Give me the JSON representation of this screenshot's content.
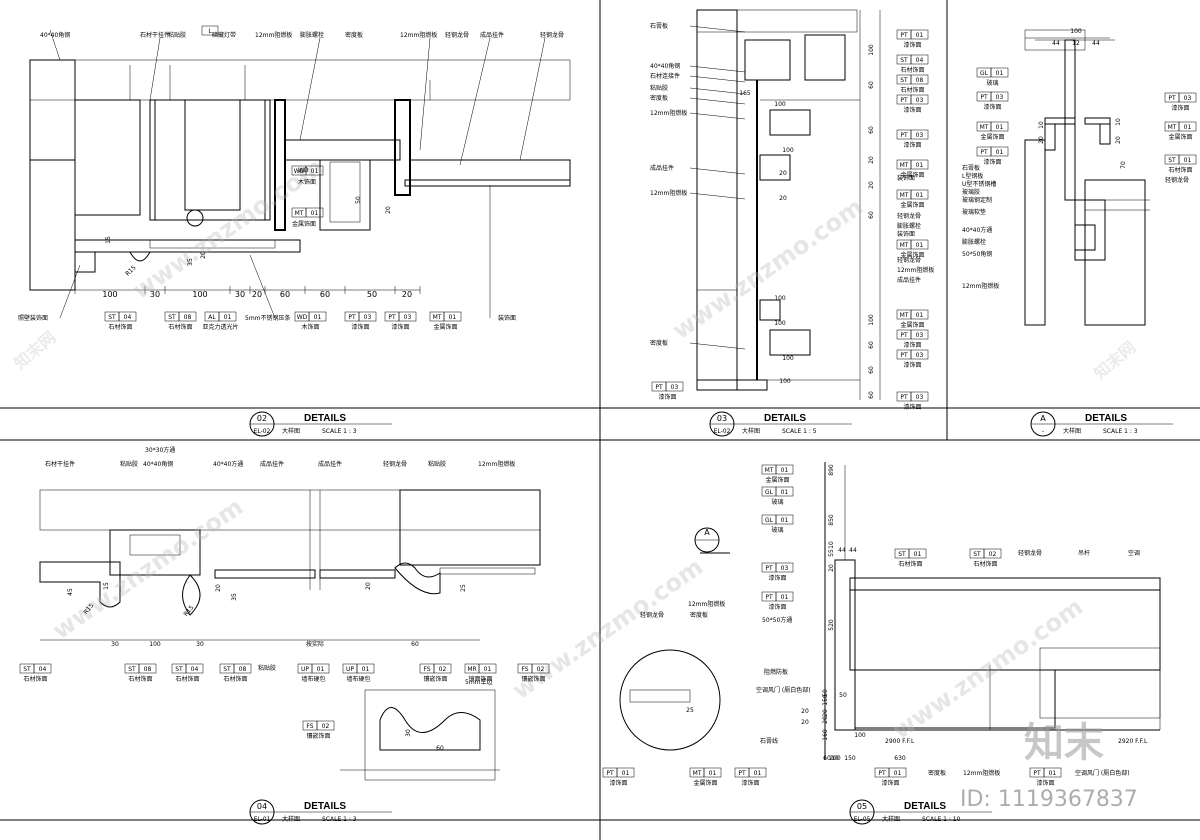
{
  "panels": [
    {
      "number": "02",
      "ref": "EL-02",
      "title": "DETAILS",
      "subtitle": "大样图",
      "scale": "SCALE 1 : 3"
    },
    {
      "number": "03",
      "ref": "EL-02",
      "title": "DETAILS",
      "subtitle": "大样图",
      "scale": "SCALE 1 : 5"
    },
    {
      "number": "A",
      "ref": "-",
      "title": "DETAILS",
      "subtitle": "大样图",
      "scale": "SCALE 1 : 3"
    },
    {
      "number": "04",
      "ref": "EL-01",
      "title": "DETAILS",
      "subtitle": "大样图",
      "scale": "SCALE 1 : 3"
    },
    {
      "number": "05",
      "ref": "EL-05",
      "title": "DETAILS",
      "subtitle": "大样图",
      "scale": "SCALE 1 : 10"
    }
  ],
  "p02": {
    "top_labels": [
      "40*40角钢",
      "石材干挂件",
      "粘贴胶",
      "暗藏灯带",
      "12mm阻燃板",
      "膨胀螺栓",
      "密度板",
      "12mm阻燃板",
      "轻钢龙骨",
      "成品挂件",
      "轻钢龙骨"
    ],
    "light_tag": "L",
    "mid_labels": [
      "木饰面",
      "金属饰面",
      "装饰面",
      "照壁装饰面",
      "5mm不锈钢压条"
    ],
    "tags": [
      {
        "code": "ST",
        "num": "04",
        "name": "石材饰面"
      },
      {
        "code": "ST",
        "num": "08",
        "name": "石材饰面"
      },
      {
        "code": "AL",
        "num": "01",
        "name": "亚克力透光片"
      },
      {
        "code": "WD",
        "num": "01",
        "name": "木饰面"
      },
      {
        "code": "PT",
        "num": "03",
        "name": "漆饰面"
      },
      {
        "code": "PT",
        "num": "03",
        "name": "漆饰面"
      },
      {
        "code": "MT",
        "num": "01",
        "name": "金属饰面"
      }
    ],
    "side_tags": [
      {
        "code": "WD",
        "num": "01"
      },
      {
        "code": "MT",
        "num": "01"
      }
    ],
    "dims_h": [
      "100",
      "30",
      "100",
      "30",
      "20",
      "60",
      "60",
      "50",
      "20"
    ],
    "dims_v": [
      "15",
      "35",
      "20",
      "50",
      "20"
    ],
    "radius": "R15"
  },
  "p03": {
    "left_labels": [
      "石膏板",
      "40*40角钢",
      "石材连接件",
      "粘贴胶",
      "密度板",
      "12mm阻燃板",
      "成品挂件",
      "12mm阻燃板",
      "密度板"
    ],
    "right_tags": [
      {
        "code": "PT",
        "num": "01",
        "name": "漆饰面"
      },
      {
        "code": "ST",
        "num": "04",
        "name": "石材饰面"
      },
      {
        "code": "ST",
        "num": "08",
        "name": "石材饰面"
      },
      {
        "code": "PT",
        "num": "03",
        "name": "漆饰面"
      },
      {
        "code": "PT",
        "num": "03",
        "name": "漆饰面"
      },
      {
        "code": "MT",
        "num": "01",
        "name": "金属饰面"
      },
      {
        "code": "MT",
        "num": "01",
        "name": "金属饰面"
      },
      {
        "code": "MT",
        "num": "01",
        "name": "金属饰面"
      },
      {
        "code": "MT",
        "num": "01",
        "name": "金属饰面"
      },
      {
        "code": "PT",
        "num": "03",
        "name": "漆饰面"
      },
      {
        "code": "PT",
        "num": "03",
        "name": "漆饰面"
      },
      {
        "code": "PT",
        "num": "03",
        "name": "漆饰面"
      }
    ],
    "right_notes": [
      "装饰面",
      "轻钢龙骨",
      "膨胀螺栓",
      "装饰面",
      "轻钢龙骨",
      "12mm阻燃板",
      "成品挂件"
    ],
    "bottom_tag": {
      "code": "PT",
      "num": "03",
      "name": "漆饰面"
    },
    "dims": [
      "100",
      "165",
      "100",
      "100",
      "20",
      "20",
      "100",
      "100",
      "100"
    ],
    "vdims": [
      "100",
      "60",
      "60",
      "20",
      "20",
      "60",
      "100",
      "60",
      "60",
      "60"
    ]
  },
  "pA": {
    "dims_top": [
      "100",
      "44",
      "12",
      "44"
    ],
    "left_tags": [
      {
        "code": "GL",
        "num": "01",
        "name": "玻璃"
      },
      {
        "code": "PT",
        "num": "03",
        "name": "漆饰面"
      },
      {
        "code": "MT",
        "num": "01",
        "name": "金属饰面"
      },
      {
        "code": "PT",
        "num": "01",
        "name": "漆饰面"
      }
    ],
    "left_notes": [
      "石膏板",
      "L型钢板",
      "U型不锈钢槽",
      "玻璃胶",
      "玻璃钢定制",
      "玻璃软垫",
      "40*40方通",
      "膨胀螺栓",
      "50*50角钢",
      "12mm阻燃板"
    ],
    "right_tags": [
      {
        "code": "PT",
        "num": "03",
        "name": "漆饰面"
      },
      {
        "code": "MT",
        "num": "01",
        "name": "金属饰面"
      },
      {
        "code": "ST",
        "num": "01",
        "name": "石材饰面"
      }
    ],
    "right_notes": [
      "轻钢龙骨"
    ],
    "vdims": [
      "10",
      "20",
      "10",
      "20",
      "70"
    ]
  },
  "p04": {
    "top_labels": [
      "石材干挂件",
      "粘贴胶",
      "30*30方通",
      "40*40角钢",
      "40*40方通",
      "成品挂件",
      "成品挂件",
      "轻钢龙骨",
      "粘贴胶",
      "12mm阻燃板"
    ],
    "tags": [
      {
        "code": "ST",
        "num": "04",
        "name": "石材饰面"
      },
      {
        "code": "ST",
        "num": "08",
        "name": "石材饰面"
      },
      {
        "code": "ST",
        "num": "04",
        "name": "石材饰面"
      },
      {
        "code": "ST",
        "num": "08",
        "name": "石材饰面"
      },
      {
        "code": "UP",
        "num": "01",
        "name": "墙布硬包"
      },
      {
        "code": "UP",
        "num": "01",
        "name": "墙布硬包"
      },
      {
        "code": "FS",
        "num": "02",
        "name": "镶嵌饰面"
      },
      {
        "code": "MR",
        "num": "01",
        "name": "镜面饰面"
      },
      {
        "code": "FS",
        "num": "02",
        "name": "镶嵌饰面"
      }
    ],
    "note_glue": "粘贴胶",
    "note_mirror": "5mm车边",
    "dims": [
      "30",
      "100",
      "30",
      "60",
      "45",
      "15",
      "20",
      "35",
      "20",
      "25",
      "30"
    ],
    "dim_special": "按实际",
    "radius": [
      "R15",
      "R15"
    ],
    "sub_tag": {
      "code": "FS",
      "num": "02",
      "name": "镶嵌饰面"
    },
    "sub_dims": [
      "60",
      "30"
    ]
  },
  "p05": {
    "top_tags": [
      {
        "code": "MT",
        "num": "01",
        "name": "金属饰面"
      },
      {
        "code": "GL",
        "num": "01",
        "name": "玻璃"
      },
      {
        "code": "GL",
        "num": "01",
        "name": "玻璃"
      },
      {
        "code": "PT",
        "num": "03",
        "name": "漆饰面"
      },
      {
        "code": "PT",
        "num": "01",
        "name": "漆饰面"
      }
    ],
    "mid_tags": [
      {
        "code": "ST",
        "num": "01",
        "name": "石材饰面"
      },
      {
        "code": "ST",
        "num": "02",
        "name": "石材饰面"
      }
    ],
    "notes": [
      "轻钢龙骨",
      "吊杆",
      "空调",
      "50*50方通",
      "阻燃防板",
      "空调风门 (厕白色部)",
      "石膏线",
      "密度板",
      "12mm阻燃板",
      "空调风门 (厕白色部)"
    ],
    "circle_notes": [
      "轻钢龙骨",
      "12mm阻燃板",
      "密度板"
    ],
    "bottom_tags": [
      {
        "code": "PT",
        "num": "01",
        "name": "漆饰面"
      },
      {
        "code": "MT",
        "num": "01",
        "name": "金属饰面"
      },
      {
        "code": "PT",
        "num": "01",
        "name": "漆饰面"
      },
      {
        "code": "PT",
        "num": "01",
        "name": "漆饰面"
      },
      {
        "code": "PT",
        "num": "01",
        "name": "漆饰面"
      }
    ],
    "section_mark": "A",
    "levels": [
      "2900 F.F.L",
      "2920 F.F.L"
    ],
    "vdims": [
      "890",
      "850",
      "10",
      "55",
      "20",
      "520",
      "150",
      "50",
      "20",
      "20",
      "160"
    ],
    "hdims": [
      "44",
      "44",
      "20",
      "20",
      "25",
      "50",
      "630",
      "200",
      "150",
      "100",
      "60",
      "10"
    ]
  },
  "watermark": {
    "text": "www.znzmo.com",
    "brand": "知末",
    "site": "知末网",
    "id": "ID: 1119367837"
  }
}
